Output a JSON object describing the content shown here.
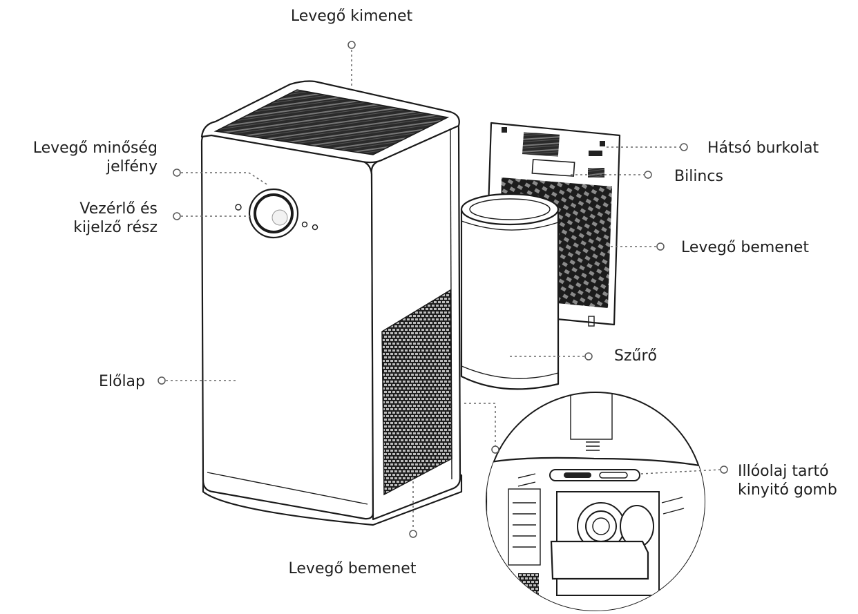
{
  "labels": {
    "air_outlet": "Levegő kimenet",
    "air_quality_light_line1": "Levegő minőség",
    "air_quality_light_line2": "jelfény",
    "control_display_line1": "Vezérlő és",
    "control_display_line2": "kijelző rész",
    "front_panel": "Előlap",
    "air_inlet_bottom": "Levegő bemenet",
    "back_cover": "Hátsó burkolat",
    "clamp": "Bilincs",
    "air_inlet_panel": "Levegő bemenet",
    "filter": "Szűrő",
    "oil_holder_button_line1": "Illóolaj tartó",
    "oil_holder_button_line2": "kinyitó gomb"
  },
  "colors": {
    "line": "#1a1a1a",
    "leader": "#666666",
    "mesh": "#222222"
  }
}
